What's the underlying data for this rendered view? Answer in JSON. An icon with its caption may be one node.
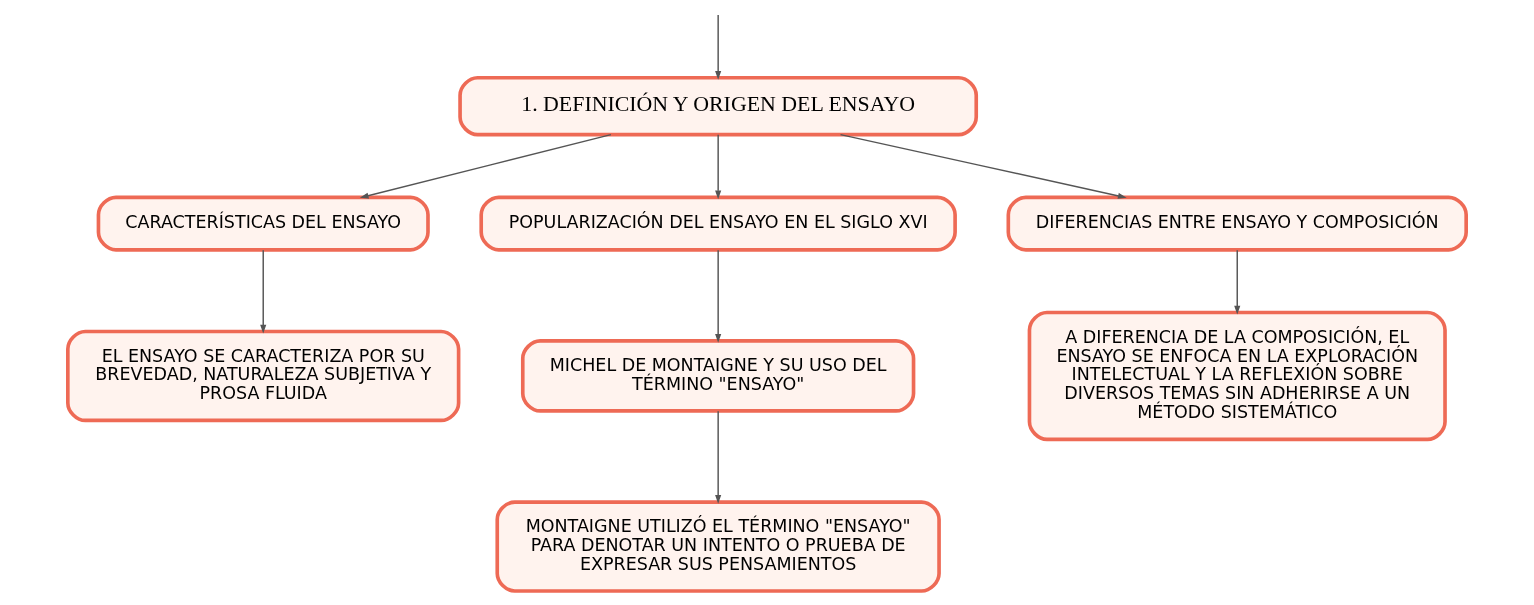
{
  "diagram": {
    "nodes": [
      {
        "text": [
          "1. DEFINICIÓN Y ORIGEN DEL ENSAYO"
        ]
      },
      {
        "text": [
          "CARACTERÍSTICAS DEL ENSAYO"
        ]
      },
      {
        "text": [
          "POPULARIZACIÓN DEL ENSAYO EN EL SIGLO XVI"
        ]
      },
      {
        "text": [
          "DIFERENCIAS ENTRE ENSAYO Y COMPOSICIÓN"
        ]
      },
      {
        "text": [
          "EL ENSAYO SE CARACTERIZA POR SU BREVEDAD, NATURALEZA SUBJETIVA Y PROSA FLUIDA"
        ]
      },
      {
        "text": [
          "MICHEL DE MONTAIGNE Y SU USO DEL TÉRMINO \"ENSAYO\""
        ]
      },
      {
        "text": [
          "A DIFERENCIA DE LA COMPOSICIÓN, EL ENSAYO SE ENFOCA EN LA EXPLORACIÓN INTELECTUAL Y LA REFLEXIÓN SOBRE DIVERSOS TEMAS SIN ADHERIRSE A UN MÉTODO SISTEMÁTICO"
        ]
      },
      {
        "text": [
          "MONTAIGNE UTILIZÓ EL TÉRMINO \"ENSAYO\" PARA DENOTAR UN INTENTO O PRUEBA DE EXPRESAR SUS PENSAMIENTOS"
        ]
      }
    ],
    "edges": [
      {
        "from": null,
        "to": 0,
        "arrow": "to"
      },
      {
        "from": 0,
        "to": 1,
        "arrow": "to"
      },
      {
        "from": 0,
        "to": 2,
        "arrow": "to"
      },
      {
        "from": 0,
        "to": 3,
        "arrow": "to"
      },
      {
        "from": 1,
        "to": 4,
        "arrow": "to"
      },
      {
        "from": 2,
        "to": 5,
        "arrow": "to"
      },
      {
        "from": 3,
        "to": 6,
        "arrow": "to"
      },
      {
        "from": 5,
        "to": 7,
        "arrow": "to"
      }
    ]
  }
}
